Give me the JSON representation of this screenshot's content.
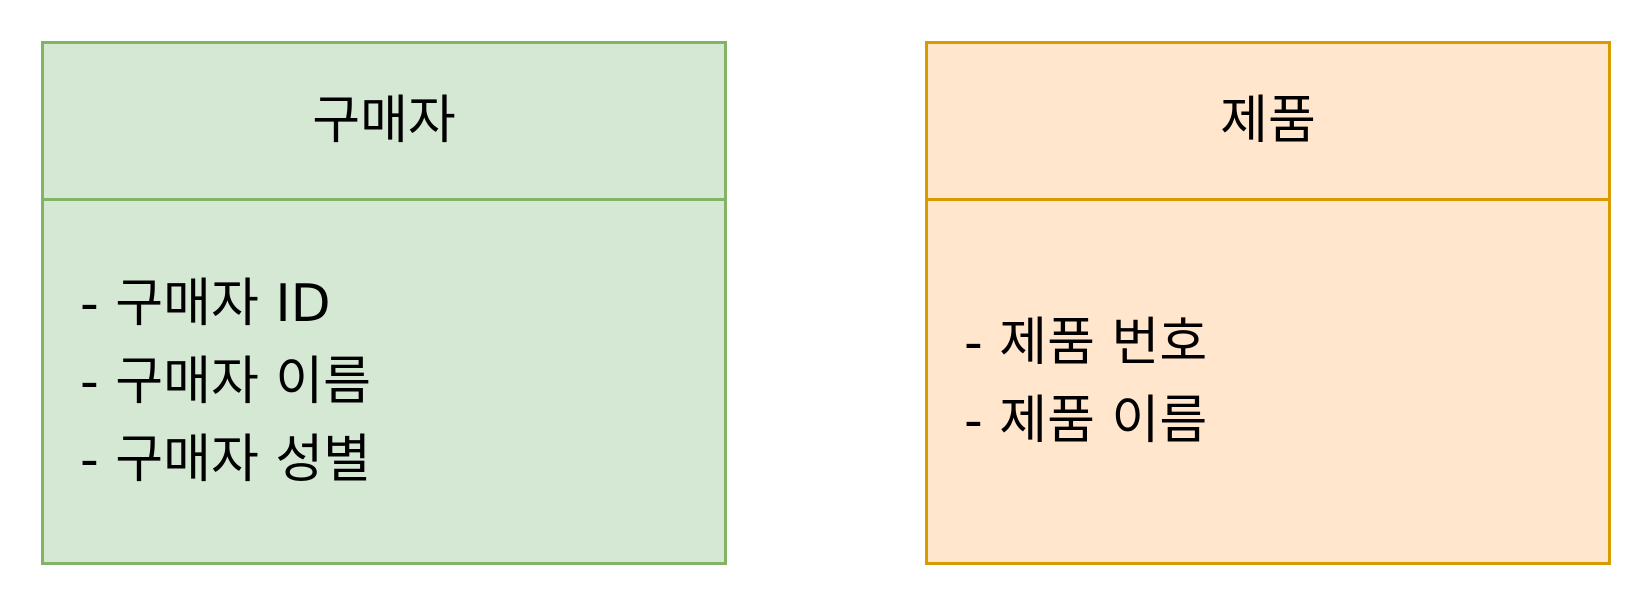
{
  "entities": {
    "buyer": {
      "title": "구매자",
      "attributes": [
        "- 구매자 ID",
        "- 구매자 이름",
        "- 구매자 성별"
      ],
      "fill": "#d5e8d4",
      "stroke": "#82b366"
    },
    "product": {
      "title": "제품",
      "attributes": [
        "- 제품 번호",
        "- 제품 이름"
      ],
      "fill": "#ffe6cc",
      "stroke": "#d79b00"
    }
  }
}
